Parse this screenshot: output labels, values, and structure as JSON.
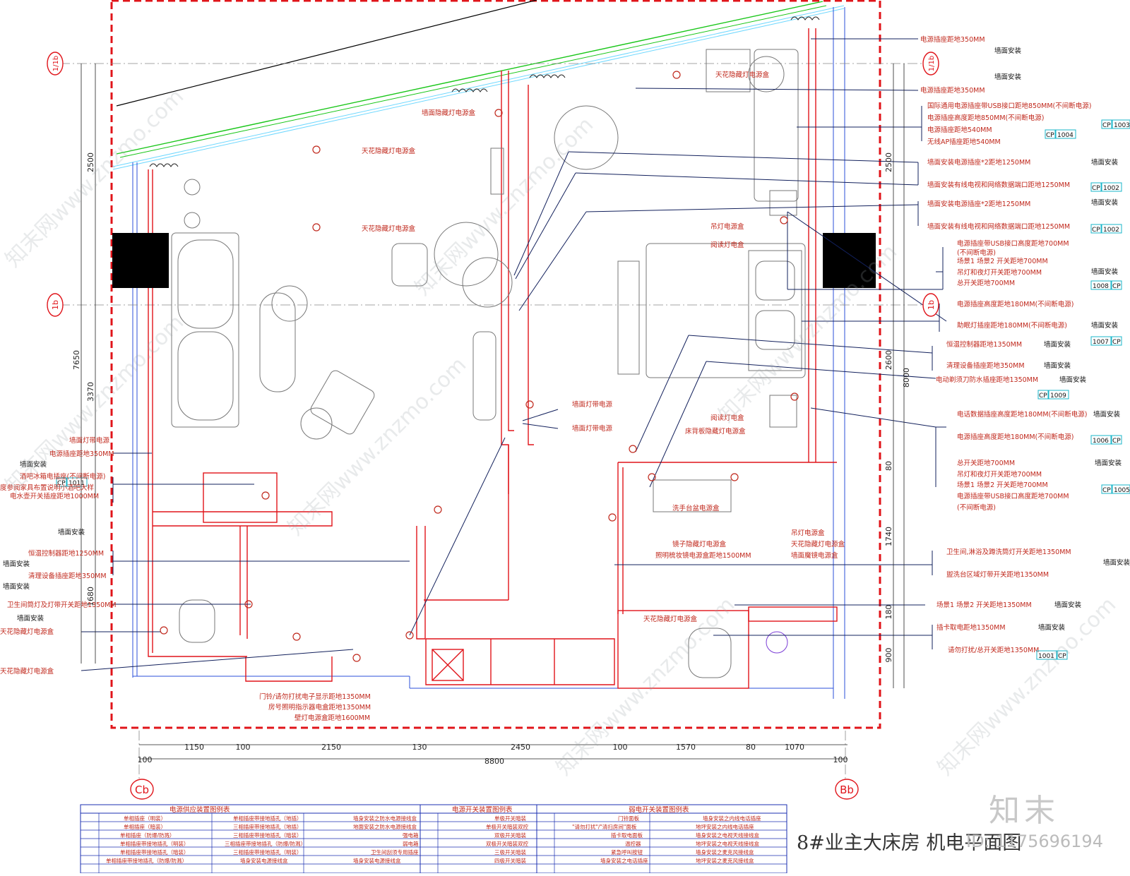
{
  "title": "8#业主大床房 机电平面图",
  "logo": "知末",
  "image_id": "ID: 1175696194",
  "watermark": "知末网www.znzmo.com",
  "grid_axes": {
    "top_left": "1/1b",
    "top_right": "1/1b",
    "mid_left": "1b",
    "mid_right": "1b",
    "bottom_left": "Cb",
    "bottom_right": "Bb"
  },
  "dims_bottom": [
    "100",
    "1150",
    "100",
    "2150",
    "130",
    "2450",
    "100",
    "1570",
    "80",
    "1070",
    "100"
  ],
  "dim_total": "8800",
  "dims_left": [
    "2500",
    "7650",
    "3370",
    "1680"
  ],
  "dims_right": [
    "2500",
    "2600",
    "8000",
    "80",
    "1740",
    "180",
    "900"
  ],
  "labels": {
    "l1": "电源插座距地350MM",
    "l2": "墙面安装",
    "l3": "墙面安装",
    "l4": "电源插座距地350MM",
    "l5": "国际通用电源插座带USB接口距地850MM(不间断电源)",
    "l6": "电源插座高度距地850MM(不间断电源)",
    "l7": "电源插座距地540MM",
    "l8": "无线AP插座距地540MM",
    "l9": "墙面安装",
    "l10": "墙面安装电源插座*2距地1250MM",
    "l11": "墙面安装有线电视和网络数据端口距地1250MM",
    "l12": "墙面安装",
    "l13": "墙面安装电源插座*2距地1250MM",
    "l14": "墙面安装有线电视和网络数据端口距地1250MM",
    "l15": "电源插座带USB接口高度距地700MM",
    "l16": "(不间断电源)",
    "l17": "场景1 场景2 开关距地700MM",
    "l18": "吊灯和夜灯开关距地700MM",
    "l19": "总开关距地700MM",
    "l20": "墙面安装",
    "l21": "电源插座高度距地180MM(不间断电源)",
    "l22": "助眠灯插座距地180MM(不间断电源)",
    "l23": "墙面安装",
    "l24": "恒温控制器距地1350MM",
    "l25": "墙面安装",
    "l26": "清理设备插座距地350MM",
    "l27": "墙面安装",
    "l28": "电动剃须刀防水插座距地1350MM",
    "l29": "墙面安装",
    "l30": "电话数据插座高度距地180MM(不间断电源)",
    "l31": "电源插座高度距地180MM(不间断电源)",
    "l32": "墙面安装",
    "l33": "总开关距地700MM",
    "l34": "吊灯和夜灯开关距地700MM",
    "l35": "场景1 场景2 开关距地700MM",
    "l36": "电源插座带USB接口高度距地700MM",
    "l37": "(不间断电源)",
    "l38": "墙面安装",
    "l39": "卫生间,淋浴及蹲洗筒灯开关距地1350MM",
    "l40": "墙面安装",
    "l41": "盥洗台区域灯带开关距地1350MM",
    "l42": "场景1 场景2 开关距地1350MM",
    "l43": "墙面安装",
    "l44": "插卡取电距地1350MM",
    "l45": "墙面安装",
    "l46": "请勿打扰/总开关距地1350MM",
    "c1": "天花隐藏灯电源盒",
    "c2": "墙面隐藏灯电源盒",
    "c3": "天花隐藏灯电源盒",
    "c4": "天花隐藏灯电源盒",
    "c5": "吊灯电源盒",
    "c6": "阅读灯电盒",
    "c7": "墙面灯带电源",
    "c8": "墙面灯带电源",
    "c9": "阅读灯电盒",
    "c10": "床背板隐藏灯电源盒",
    "c11": "洗手台盆电源盒",
    "c12": "镜子隐藏灯电源盒",
    "c13": "照明梳妆镜电源盒距地1500MM",
    "c14": "吊灯电源盒",
    "c15": "天花隐藏灯电源盒",
    "c16": "墙面魔镜电源盒",
    "c17": "天花隐藏灯电源盒",
    "c18": "门铃/请勿打扰电子显示距地1350MM",
    "c19": "房号照明指示器电盒距地1350MM",
    "c20": "壁灯电源盒距地1600MM",
    "w1": "墙面灯带电源",
    "w2": "电源插座距地350MM",
    "w3": "墙面安装",
    "w4": "酒吧冰箱电插座(不间断电源)",
    "w5": "度参阅家具布置说明小酒吧大样",
    "w6": "电水壶开关插座距地1000MM",
    "w7": "墙面安装",
    "w8": "恒温控制器距地1250MM",
    "w9": "墙面安装",
    "w10": "清理设备插座距地350MM",
    "w11": "墙面安装",
    "w12": "卫生间筒灯及灯带开关距地1350MM",
    "w13": "墙面安装",
    "w14": "天花隐藏灯电源盒",
    "w15": "天花隐藏灯电源盒"
  },
  "tags": {
    "t1": "CP",
    "t2": "1003",
    "t3": "CP",
    "t4": "1004",
    "t5": "CP",
    "t6": "1002",
    "t7": "CP",
    "t8": "1002",
    "t9": "1008",
    "t10": "CP",
    "t11": "1007",
    "t12": "CP",
    "t13": "CP",
    "t14": "1009",
    "t15": "1006",
    "t16": "CP",
    "t17": "CP",
    "t18": "1005",
    "t19": "1001",
    "t20": "CP",
    "t21": "CP",
    "t22": "1011"
  },
  "legend": {
    "headers": [
      "电源供应装置图例表",
      "电源开关装置图例表",
      "弱电开关装置图例表"
    ],
    "col1": [
      "单相插座（明装）",
      "单相插座（暗装）",
      "单相插座（防爆/防溅）",
      "单相插座带接地插孔（明装）",
      "单相插座带接地插孔（暗装）",
      "单相插座带接地插孔（防爆/防溅）"
    ],
    "col2": [
      "单相插座带接地插孔（地插）",
      "三相插座带接地插孔（地插）",
      "三相插座带接地插孔（暗装）",
      "三相插座带接地插孔（防爆/防溅）",
      "三相插座带接地插孔（明装）",
      "墙身安装电源接线盒"
    ],
    "col3": [
      "墙身安装之防水电源接线盒",
      "地面安装之防水电源接线盒",
      "强电箱",
      "弱电箱",
      "卫生间刮须专用插座",
      "墙身安装电源接线盒"
    ],
    "col4": [
      "单极开关暗装",
      "单极开关暗装双控",
      "双极开关暗装",
      "双极开关暗装双控",
      "三极开关暗装",
      "四极开关暗装"
    ],
    "col5": [
      "门铃面板",
      "\"请勿打扰\"/\"清扫房间\"面板",
      "插卡取电面板",
      "温控器",
      "紧急呼叫按钮",
      "墙身安装之电话插座"
    ],
    "col6": [
      "墙身安装之内线电话插座",
      "地坪安装之内线电话插座",
      "墙身安装之电视天线接线盒",
      "地坪安装之电视天线接线盒",
      "墙身安装之麦克风接线盒",
      "地坪安装之麦克风接线盒"
    ]
  }
}
